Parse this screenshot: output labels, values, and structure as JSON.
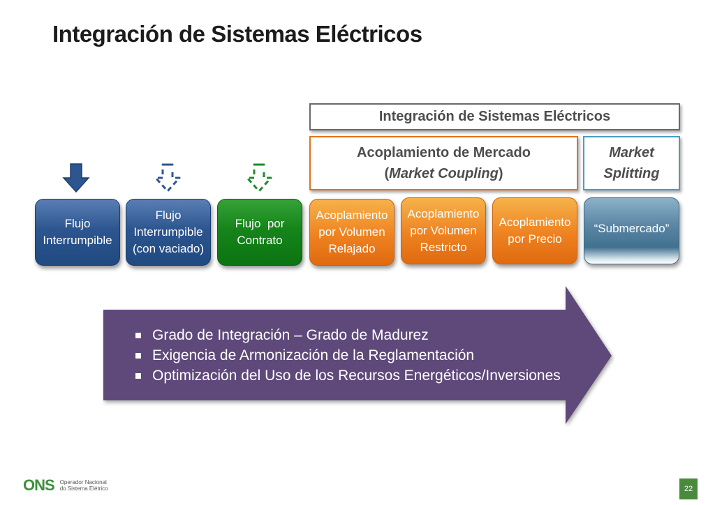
{
  "slide": {
    "title": "Integración de Sistemas Eléctricos",
    "page_number": "22"
  },
  "headers": {
    "integration": "Integración de Sistemas Eléctricos",
    "market_coupling_line1": "Acoplamiento de Mercado",
    "market_coupling_open": "(",
    "market_coupling_italic": "Market Coupling",
    "market_coupling_close": ")",
    "market_splitting_line1": "Market",
    "market_splitting_line2": "Splitting"
  },
  "steps": [
    {
      "lines": [
        "Flujo",
        "Interrumpible"
      ],
      "color": "#2d558f"
    },
    {
      "lines": [
        "Flujo",
        "Interrumpible",
        "(con vaciado)"
      ],
      "color": "#2d558f"
    },
    {
      "lines": [
        "Flujo  por",
        "Contrato"
      ],
      "color": "#15851a"
    },
    {
      "lines": [
        "Acoplamiento",
        "por Volumen",
        "Relajado"
      ],
      "color": "#ee8220"
    },
    {
      "lines": [
        "Acoplamiento",
        "por Volumen",
        "Restricto"
      ],
      "color": "#ee8220"
    },
    {
      "lines": [
        "Acoplamiento",
        "por Precio"
      ],
      "color": "#ee8220"
    },
    {
      "lines": [
        "“Submercado”"
      ],
      "color": "#5d87a6"
    }
  ],
  "icons": [
    "solid-down-arrow-icon",
    "outline-down-arrow-icon",
    "outline-down-arrow-icon"
  ],
  "colors": {
    "arrow_blue": "#2d558f",
    "arrow_green": "#1f8a2a",
    "big_arrow": "#5e4a7a"
  },
  "bullets": [
    "Grado de Integración – Grado de Madurez",
    "Exigencia de Armonización de la Reglamentación",
    "Optimización del Uso de los Recursos Energéticos/Inversiones"
  ],
  "footer": {
    "logo_text": "ONS",
    "logo_sub_line1": "Operador Nacional",
    "logo_sub_line2": "do Sistema Elétrico"
  }
}
